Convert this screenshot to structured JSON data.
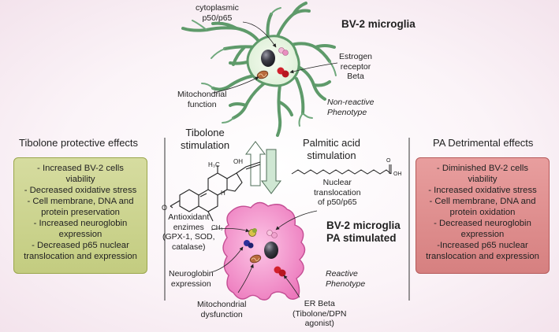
{
  "top_cell": {
    "title": "BV-2 microglia",
    "label_p50": [
      "cytoplasmic",
      "p50/p65"
    ],
    "label_er": [
      "Estrogen",
      "receptor",
      "Beta"
    ],
    "label_mito": [
      "Mitochondrial",
      "function"
    ],
    "phenotype": [
      "Non-reactive",
      "Phenotype"
    ]
  },
  "left_panel": {
    "title": "Tibolone protective effects",
    "items": [
      [
        "- Increased BV-2 cells",
        "viability"
      ],
      [
        "- Decreased oxidative stress"
      ],
      [
        "- Cell membrane, DNA and",
        "protein preservation"
      ],
      [
        "- Increased neuroglobin",
        "expression"
      ],
      [
        "- Decreased p65 nuclear",
        "translocation and expression"
      ]
    ]
  },
  "right_panel": {
    "title": "PA Detrimental effects",
    "items": [
      [
        "- Diminished BV-2 cells",
        "viability"
      ],
      [
        "- Increased oxidative stress"
      ],
      [
        "- Cell membrane, DNA and",
        "protein oxidation"
      ],
      [
        "- Decreased neuroglobin",
        "expression"
      ],
      [
        "-Increased p65 nuclear",
        "translocation and expression"
      ]
    ]
  },
  "stimuli": {
    "tibolone": [
      "Tibolone",
      "stimulation"
    ],
    "palmitic": [
      "Palmitic acid",
      "stimulation"
    ],
    "oh_label": "OH",
    "h3c_label": "H₃C",
    "h_label": "H",
    "o_label": "O",
    "ch3_label": "CH₃"
  },
  "bottom_cell": {
    "title": [
      "BV-2 microglia",
      "PA stimulated"
    ],
    "label_nuclear": [
      "Nuclear",
      "translocation",
      "of p50/p65"
    ],
    "label_antiox": [
      "Antioxidant",
      "enzimes",
      "(GPX-1, SOD,",
      "catalase)"
    ],
    "label_neuroglobin": [
      "Neuroglobin",
      "expression"
    ],
    "label_mito": [
      "Mitochondrial",
      "dysfunction"
    ],
    "label_er": [
      "ER Beta",
      "(Tibolone/DPN",
      "agonist)"
    ],
    "phenotype": [
      "Reactive",
      "Phenotype"
    ]
  },
  "colors": {
    "green_box": "#c9d18a",
    "red_box": "#dd8c8c",
    "cell_green": "#5e9a6a",
    "cell_pink": "#ee7fc0",
    "nucleus": "#3b3b44",
    "er_red": "#d1202c"
  }
}
